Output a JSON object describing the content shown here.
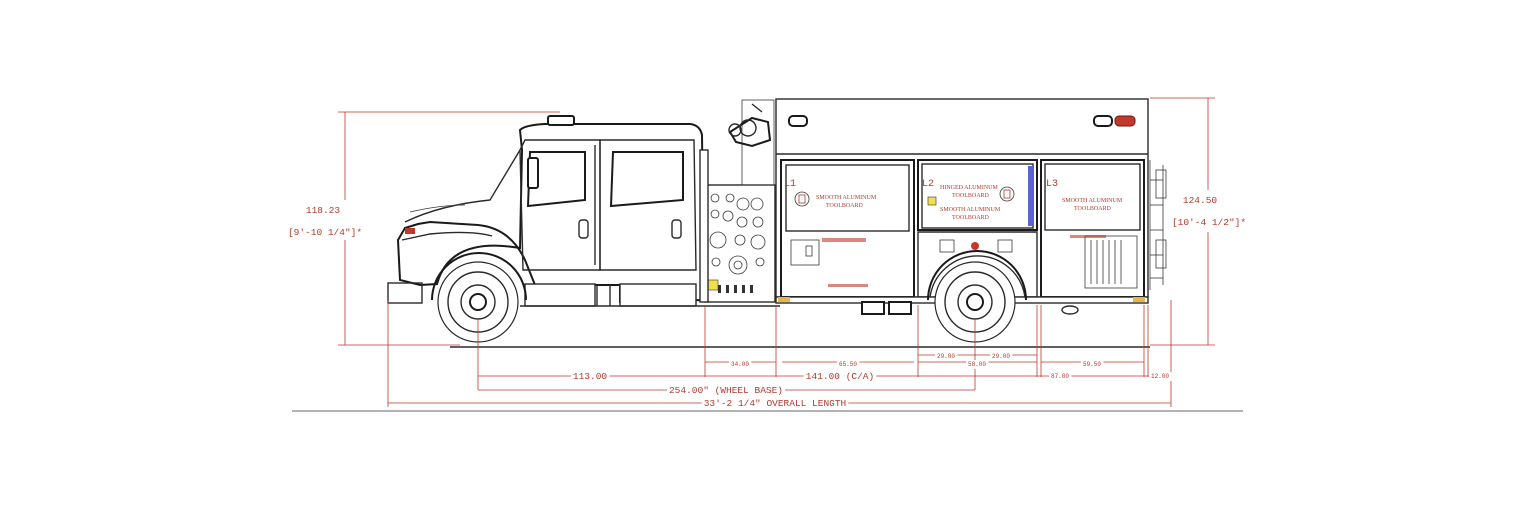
{
  "dimensions": {
    "cab_height": "118.23",
    "cab_height_ft": "[9'-10 1/4\"]*",
    "body_height": "124.50",
    "body_height_ft": "[10'-4 1/2\"]*",
    "front_to_rear_axle": "113.00",
    "ca": "141.00  (C/A)",
    "wheelbase": "254.00\"  (WHEEL BASE)",
    "overall_length": "33'-2 1/4\"  OVERALL LENGTH",
    "seg_pump": "34.00",
    "seg_l1": "65.50",
    "seg_wheel_a": "29.00",
    "seg_wheel_b": "29.00",
    "seg_wheel_total": "58.00",
    "seg_l3": "59.50",
    "seg_rear_axle": "87.00",
    "seg_overhang": "12.00"
  },
  "compartments": {
    "l1_label": "L1",
    "l1_text_1": "SMOOTH ALUMINUM",
    "l1_text_2": "TOOLBOARD",
    "l2_label": "L2",
    "l2_text_1": "HINGED ALUMINUM",
    "l2_text_2": "TOOLBOARD",
    "l2_text_3": "SMOOTH ALUMINUM",
    "l2_text_4": "TOOLBOARD",
    "l3_label": "L3",
    "l3_text_1": "SMOOTH ALUMINUM",
    "l3_text_2": "TOOLBOARD"
  },
  "colors": {
    "dimension_line": "#c0392b",
    "outline": "#2a2a2a",
    "amber_light": "#f1e04a",
    "blue_strip": "#5b63d6",
    "red_light": "#c0392b"
  }
}
